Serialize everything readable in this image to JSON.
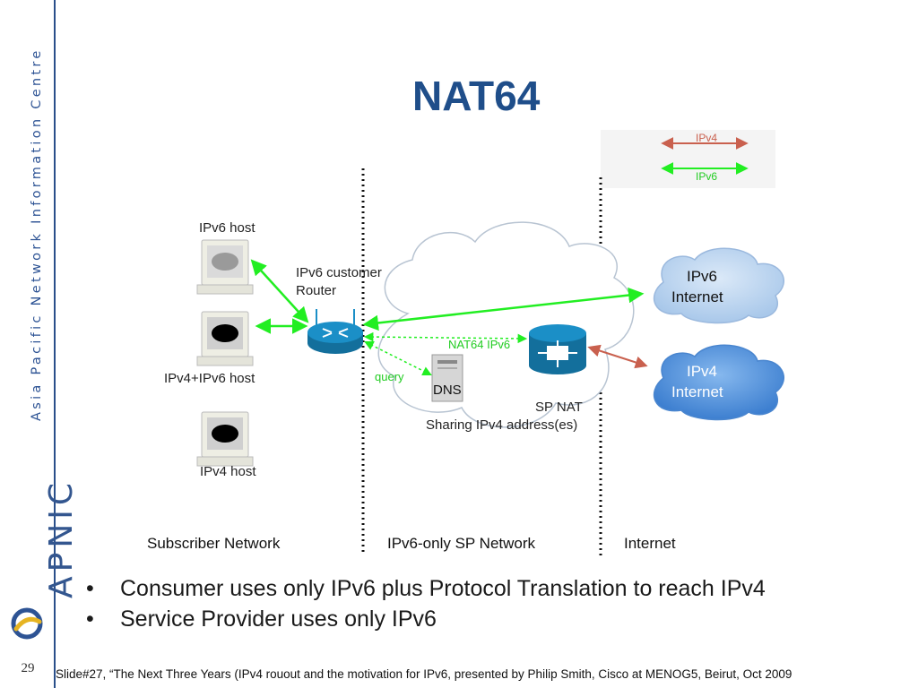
{
  "slide": {
    "title": "NAT64",
    "page_number": "29",
    "organization_vertical": "Asia Pacific Network Information Centre",
    "brand_vertical": "APNIC",
    "bullets": [
      "Consumer uses only IPv6 plus Protocol Translation to reach IPv4",
      "Service Provider uses only IPv6"
    ],
    "footer": "Slide#27, “The Next Three Years (IPv4 rouout and the motivation for IPv6, presented by Philip Smith, Cisco at MENOG5, Beirut, Oct 2009"
  },
  "diagram": {
    "legend": {
      "ipv4": "IPv4",
      "ipv6": "IPv6",
      "ipv4_color": "#c9604e",
      "ipv6_color": "#22ee22"
    },
    "hosts": {
      "ipv6_host": "IPv6 host",
      "dual_host": "IPv4+IPv6 host",
      "ipv4_host": "IPv4 host"
    },
    "router": {
      "line1": "IPv6 customer",
      "line2": "Router"
    },
    "nat64_label": "NAT64 IPv6",
    "query_label": "query",
    "dns_label": "DNS",
    "sp_nat": {
      "line1": "SP NAT",
      "line2": "Sharing IPv4 address(es)"
    },
    "clouds": {
      "ipv6_line1": "IPv6",
      "ipv6_line2": "Internet",
      "ipv4_line1": "IPv4",
      "ipv4_line2": "Internet"
    },
    "zones": {
      "subscriber": "Subscriber Network",
      "sp": "IPv6-only SP Network",
      "internet": "Internet"
    },
    "colors": {
      "ipv6_link": "#22ee22",
      "ipv4_link": "#c9604e",
      "router_blue": "#1b8fc7",
      "title_blue": "#1f4e8a",
      "cloud_ipv6": "#b9d5f0",
      "cloud_ipv4": "#5b9ae0"
    }
  }
}
